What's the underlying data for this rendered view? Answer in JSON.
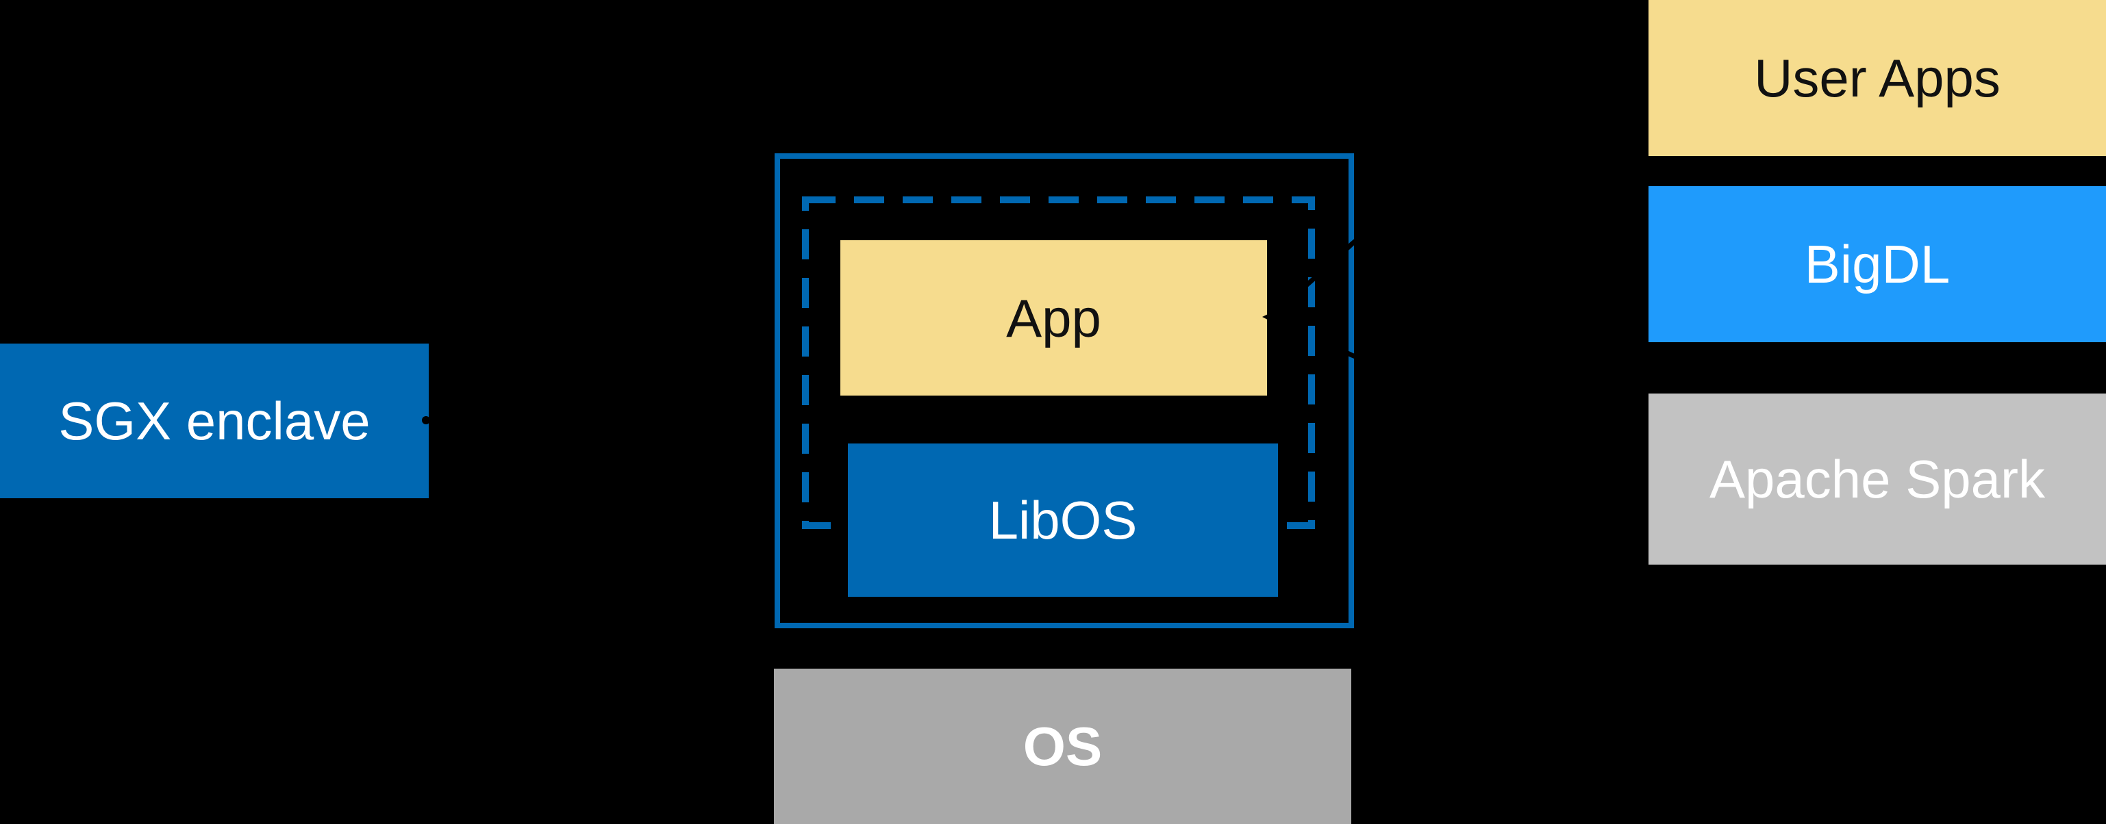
{
  "colors": {
    "background": "#000000",
    "intel_blue": "#0068b2",
    "bright_blue": "#1f9bfc",
    "yellow": "#f6dc8e",
    "gray_os": "#a9a9a9",
    "gray_spark": "#c2c2c2",
    "text_light": "#ffffff",
    "text_dark": "#111111",
    "connector_black": "#000000"
  },
  "left_panel": {
    "sgx_label": "SGX enclave"
  },
  "enclave": {
    "app_label": "App",
    "libos_label": "LibOS",
    "os_label": "OS"
  },
  "stack": {
    "user_apps_label": "User Apps",
    "bigdl_label": "BigDL",
    "spark_label": "Apache Spark"
  }
}
